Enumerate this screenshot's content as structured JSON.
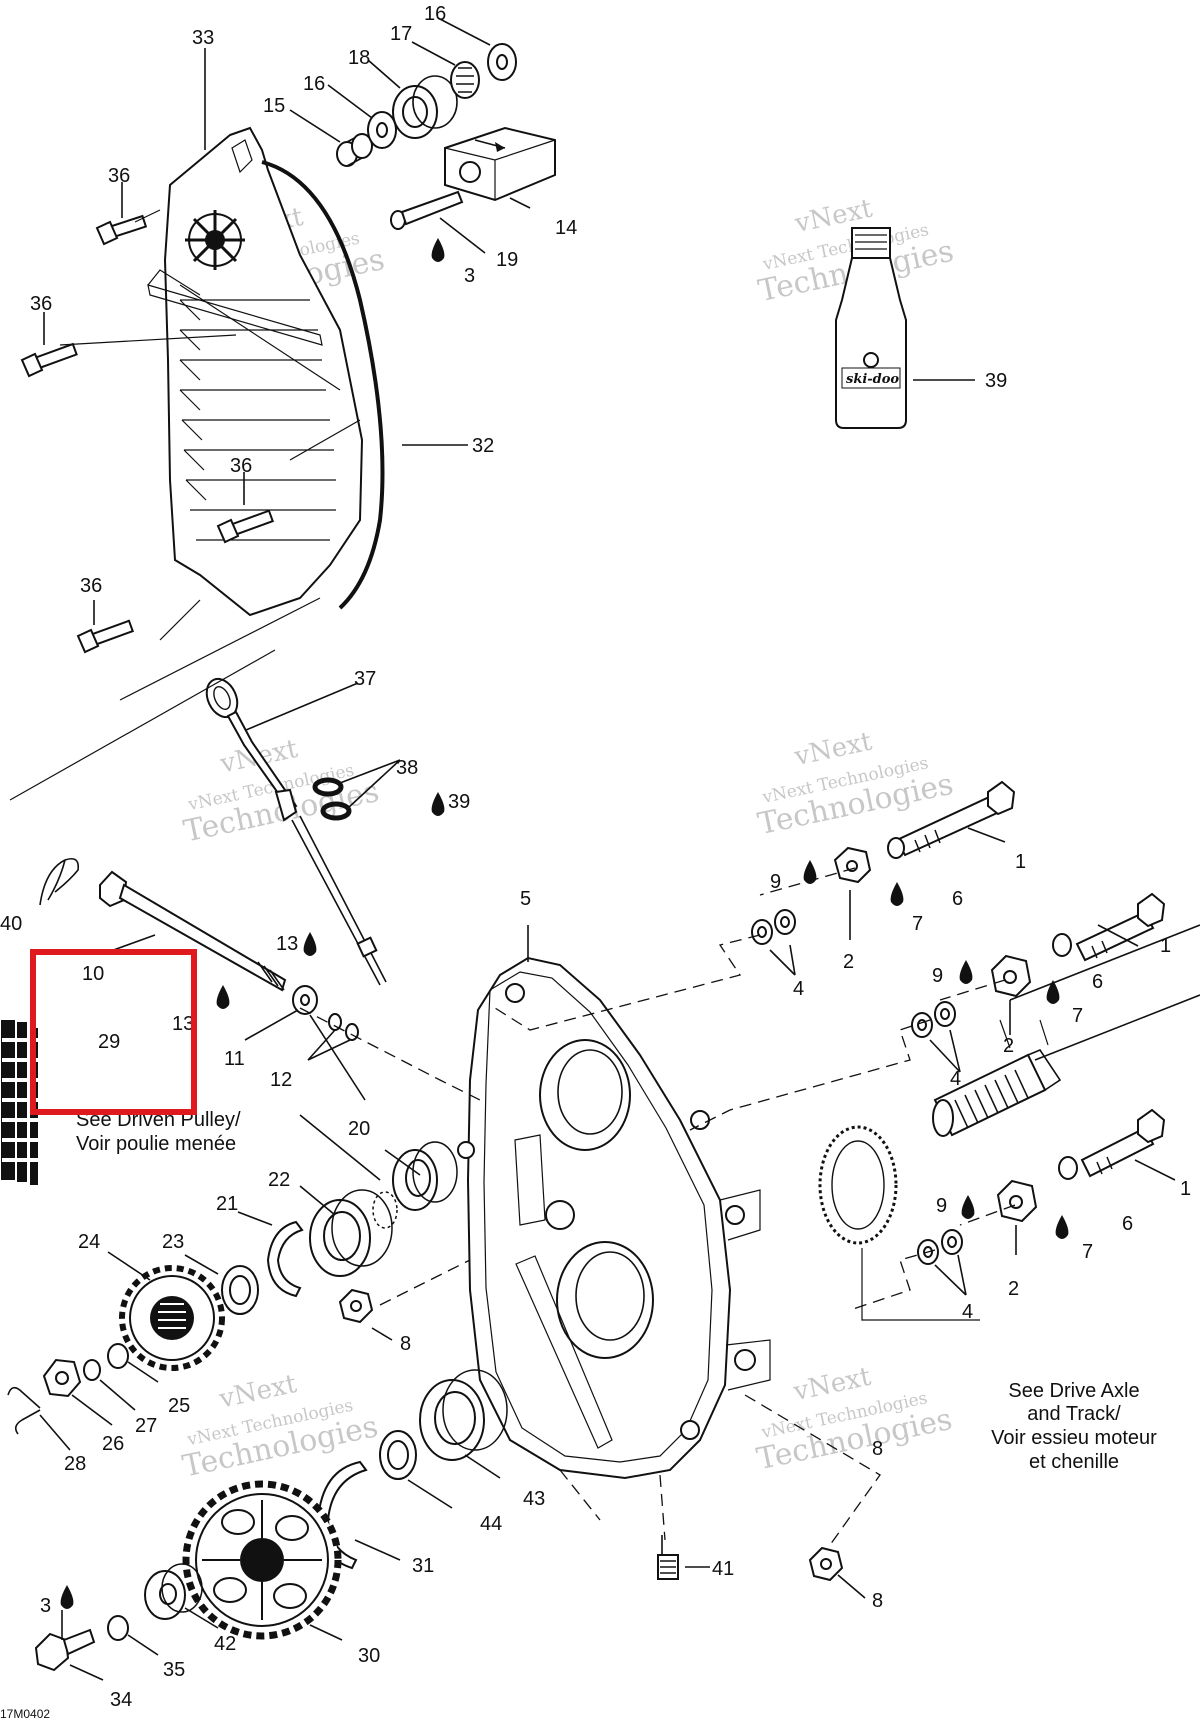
{
  "diagram_code": "17M0402",
  "watermark": {
    "line1": "vNext Technologies",
    "line2": "vNext",
    "line3": "Technologies"
  },
  "bottle_label": "ski-doo",
  "highlight_color": "#e0191e",
  "notes": {
    "driven_pulley_line1": "See Driven Pulley/",
    "driven_pulley_line2": "Voir poulie menée",
    "drive_axle_line1": "See Drive Axle",
    "drive_axle_line2": "and Track/",
    "drive_axle_line3": "Voir essieu moteur",
    "drive_axle_line4": "et chenille"
  },
  "callouts": {
    "c16a": "16",
    "c17": "17",
    "c33": "33",
    "c18": "18",
    "c16b": "16",
    "c15": "15",
    "c36a": "36",
    "c14": "14",
    "c19": "19",
    "c3a": "3",
    "c36b": "36",
    "c39a": "39",
    "c32": "32",
    "c36c": "36",
    "c36d": "36",
    "c37": "37",
    "c38": "38",
    "c39b": "39",
    "c1a": "1",
    "c9a": "9",
    "c6a": "6",
    "c7a": "7",
    "c2a": "2",
    "c40": "40",
    "c13a": "13",
    "c10": "10",
    "c13b": "13",
    "c29": "29",
    "c11": "11",
    "c12": "12",
    "c5": "5",
    "c4a": "4",
    "c1b": "1",
    "c9b": "9",
    "c6b": "6",
    "c7b": "7",
    "c2b": "2",
    "c4b": "4",
    "c20": "20",
    "c22": "22",
    "c21": "21",
    "c24": "24",
    "c23": "23",
    "c1c": "1",
    "c9c": "9",
    "c6c": "6",
    "c7c": "7",
    "c2c": "2",
    "c4c": "4",
    "c8a": "8",
    "c25": "25",
    "c27": "27",
    "c26": "26",
    "c28": "28",
    "c43": "43",
    "c44": "44",
    "c8b": "8",
    "c31": "31",
    "c41": "41",
    "c8c": "8",
    "c3b": "3",
    "c42": "42",
    "c30": "30",
    "c35": "35",
    "c34": "34"
  }
}
